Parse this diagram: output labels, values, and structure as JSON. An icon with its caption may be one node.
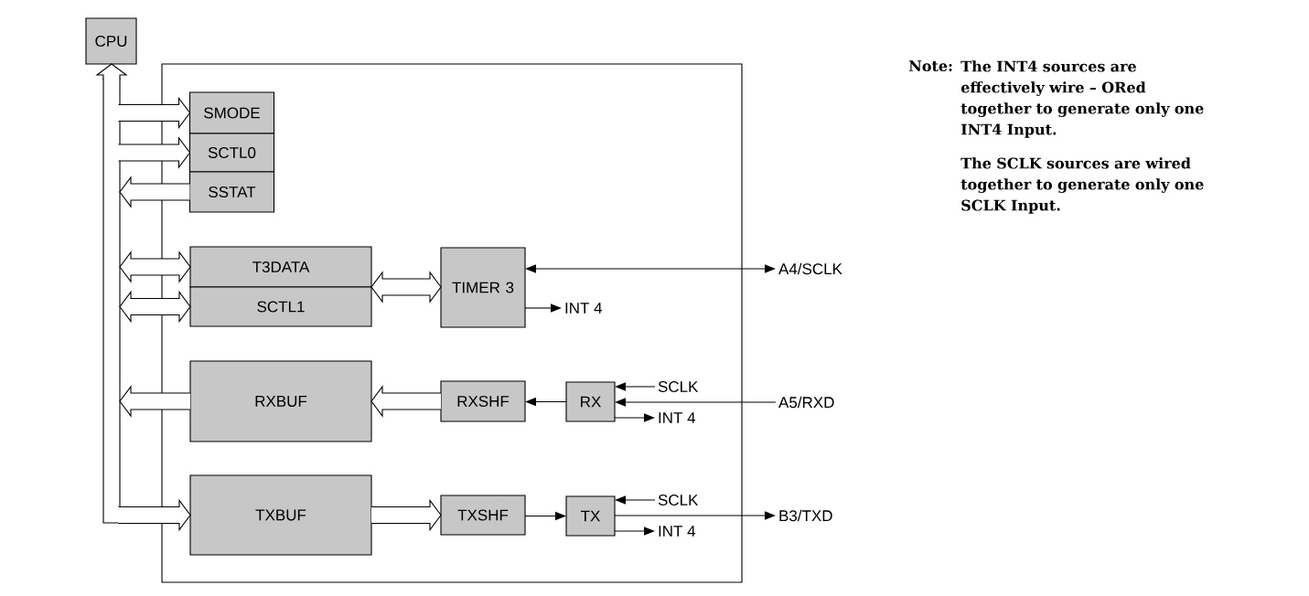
{
  "diagram": {
    "nodes": [
      {
        "text": [
          "CPU"
        ]
      },
      {
        "text": [],
        "shape": "box"
      },
      {
        "text": [
          "SMODE"
        ],
        "in": 1
      },
      {
        "text": [
          "SCTL0"
        ],
        "in": 1
      },
      {
        "text": [
          "SSTAT"
        ],
        "in": 1
      },
      {
        "text": [
          "T3DATA"
        ],
        "in": 1
      },
      {
        "text": [
          "SCTL1"
        ],
        "in": 1
      },
      {
        "text": [
          "TIMER 3"
        ],
        "in": 1
      },
      {
        "text": [
          "RXBUF"
        ],
        "in": 1
      },
      {
        "text": [
          "RXSHF"
        ],
        "in": 1
      },
      {
        "text": [
          "RX"
        ],
        "in": 1
      },
      {
        "text": [
          "TXBUF"
        ],
        "in": 1
      },
      {
        "text": [
          "TXSHF"
        ],
        "in": 1
      },
      {
        "text": [
          "TX"
        ],
        "in": 1
      },
      {
        "text": [
          "A4/SCLK"
        ]
      },
      {
        "text": [
          "INT 4"
        ],
        "in": 1
      },
      {
        "text": [
          "SCLK"
        ],
        "in": 1
      },
      {
        "text": [
          "A5/RXD"
        ]
      },
      {
        "text": [
          "INT 4"
        ],
        "in": 1
      },
      {
        "text": [
          "SCLK"
        ],
        "in": 1
      },
      {
        "text": [
          "B3/TXD"
        ]
      },
      {
        "text": [
          "INT 4"
        ],
        "in": 1
      },
      {
        "text": [],
        "shape": "bar"
      }
    ],
    "edges": [
      {
        "from": 22,
        "to": 0,
        "arrow": "to",
        "style": "thick"
      },
      {
        "from": 22,
        "to": 2,
        "arrow": "to",
        "style": "thick"
      },
      {
        "from": 22,
        "to": 3,
        "arrow": "to",
        "style": "thick"
      },
      {
        "from": 4,
        "to": 22,
        "arrow": "to",
        "style": "thick"
      },
      {
        "from": 22,
        "to": 5,
        "arrow": "both",
        "style": "thick"
      },
      {
        "from": 22,
        "to": 6,
        "arrow": "both",
        "style": "thick"
      },
      {
        "from": 8,
        "to": 22,
        "arrow": "to",
        "style": "thick"
      },
      {
        "from": 22,
        "to": 11,
        "arrow": "to",
        "style": "thick"
      },
      {
        "from": 7,
        "to": 5,
        "arrow": "both",
        "style": "thick"
      },
      {
        "from": 7,
        "to": 14,
        "arrow": "both"
      },
      {
        "from": 7,
        "to": 15,
        "arrow": "to"
      },
      {
        "from": 9,
        "to": 8,
        "arrow": "to",
        "style": "thick"
      },
      {
        "from": 10,
        "to": 9,
        "arrow": "to"
      },
      {
        "from": 16,
        "to": 10,
        "arrow": "to"
      },
      {
        "from": 17,
        "to": 10,
        "arrow": "to"
      },
      {
        "from": 10,
        "to": 18,
        "arrow": "to"
      },
      {
        "from": 11,
        "to": 12,
        "arrow": "to",
        "style": "thick"
      },
      {
        "from": 12,
        "to": 13,
        "arrow": "to"
      },
      {
        "from": 19,
        "to": 13,
        "arrow": "to"
      },
      {
        "from": 13,
        "to": 20,
        "arrow": "to"
      },
      {
        "from": 13,
        "to": 21,
        "arrow": "to"
      }
    ],
    "labels": [
      "Note:",
      "The INT4 sources are effectively wire – ORed together to generate only one INT4 Input.",
      "The SCLK sources are wired together to generate only one SCLK Input."
    ]
  }
}
